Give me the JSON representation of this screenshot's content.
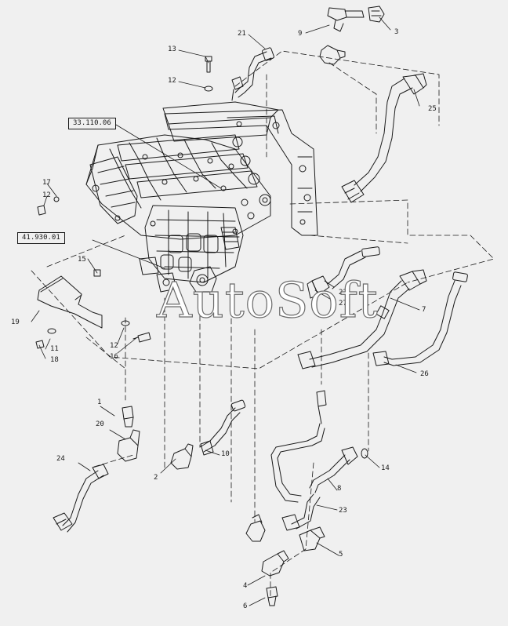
{
  "watermark": "AutoSoft",
  "ref_labels": {
    "r1": "33.110.06",
    "r2": "41.930.01"
  },
  "callouts": {
    "c1": "1",
    "c2": "2",
    "c3": "3",
    "c4": "4",
    "c5": "5",
    "c6": "6",
    "c7": "7",
    "c8": "8",
    "c9": "9",
    "c10": "10",
    "c11": "11",
    "c12a": "12",
    "c12b": "12",
    "c12c": "12",
    "c13": "13",
    "c14": "14",
    "c15": "15",
    "c16": "16",
    "c17": "17",
    "c18": "18",
    "c19": "19",
    "c20": "20",
    "c21": "21",
    "c22": "22",
    "c23": "23",
    "c24": "24",
    "c25": "25",
    "c26": "26",
    "c27": "27"
  },
  "colors": {
    "ink": "#1a1a1a",
    "paper": "#f0f0f0"
  }
}
